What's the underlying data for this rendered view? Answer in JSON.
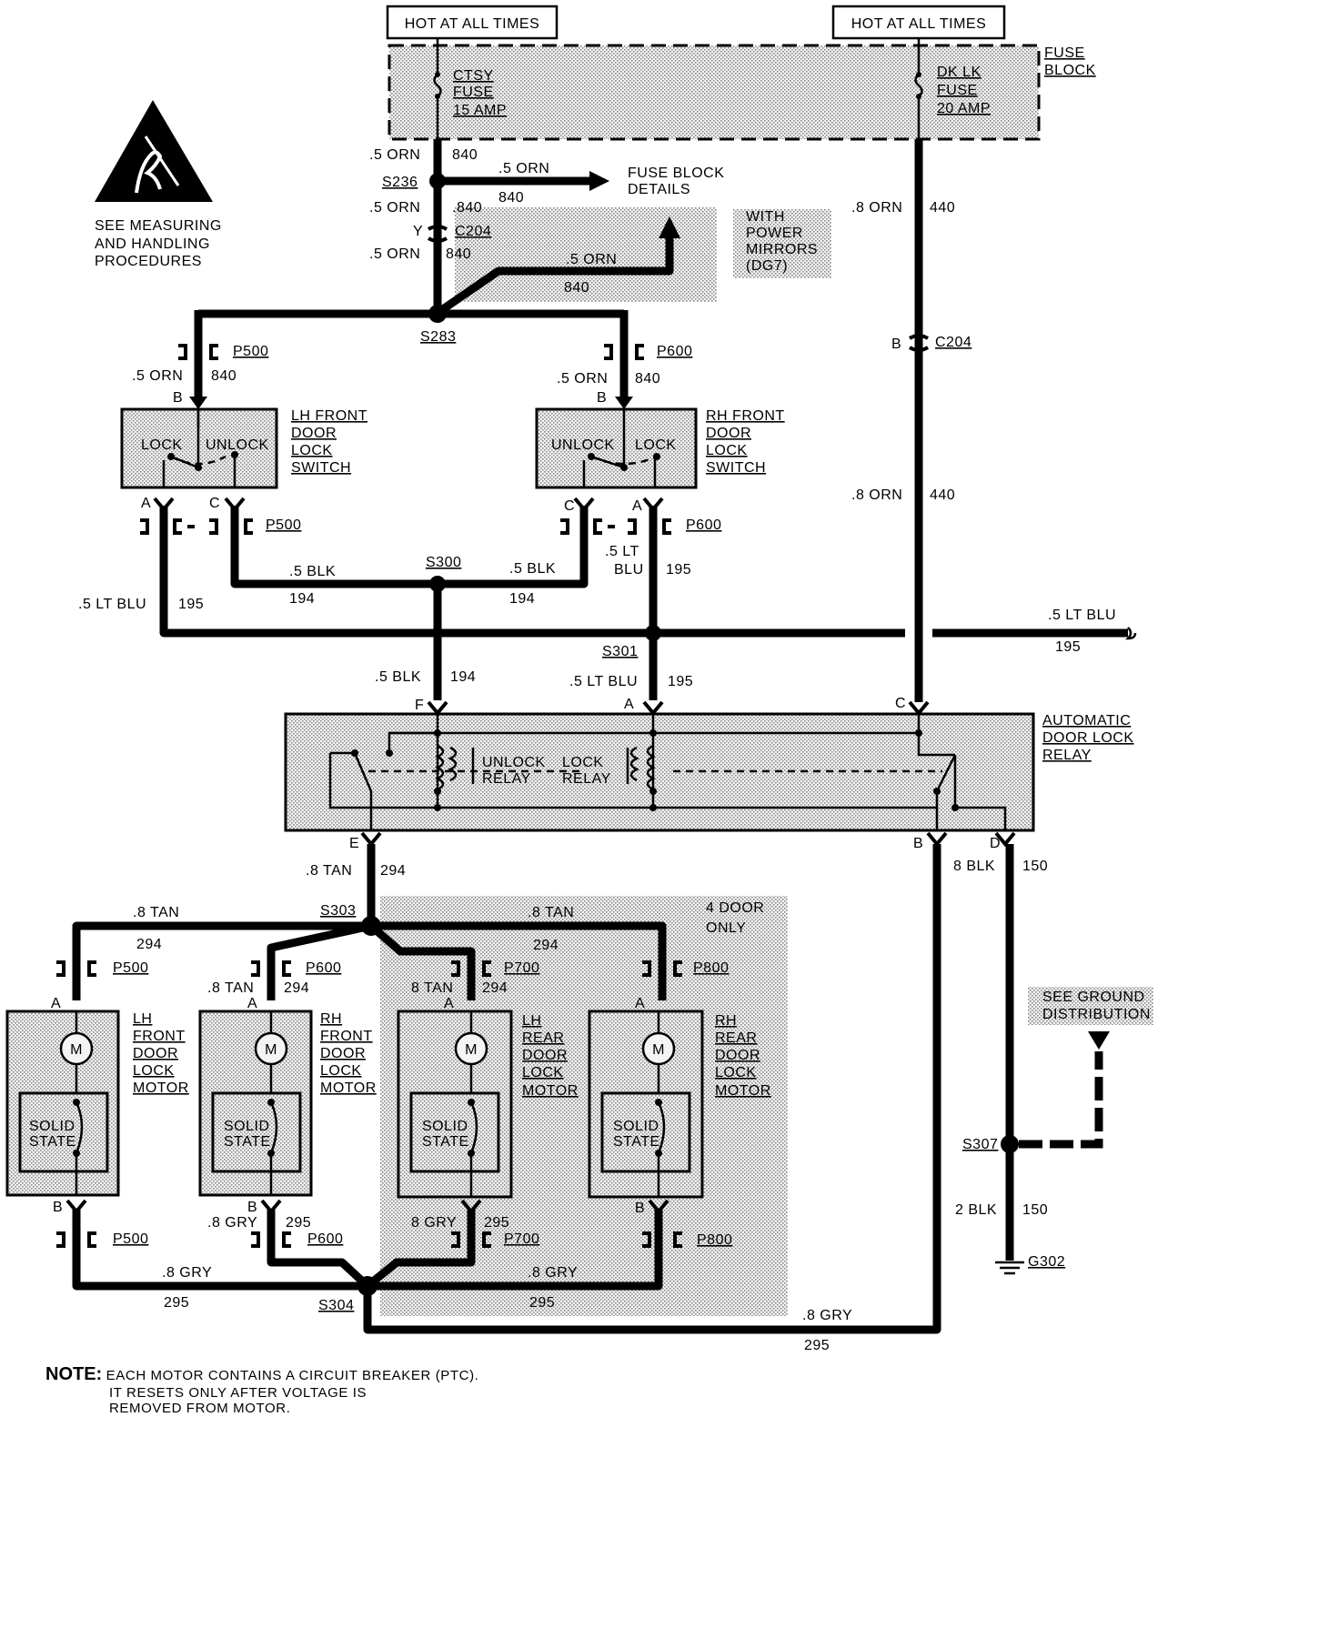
{
  "power_labels": [
    "HOT AT ALL TIMES",
    "HOT AT ALL TIMES"
  ],
  "fuse_block": {
    "title": "FUSE BLOCK",
    "title_lines": [
      "FUSE",
      "BLOCK"
    ],
    "fuses": [
      {
        "lines": [
          "CTSY",
          "FUSE",
          "15 AMP"
        ]
      },
      {
        "lines": [
          "DK LK",
          "FUSE",
          "20 AMP"
        ]
      }
    ]
  },
  "warning": {
    "icon": "esd-warning-icon",
    "lines": [
      "SEE MEASURING",
      "AND HANDLING",
      "PROCEDURES"
    ]
  },
  "fuse_block_details": [
    "FUSE BLOCK",
    "DETAILS"
  ],
  "power_mirrors": [
    "WITH",
    "POWER",
    "MIRRORS",
    "(DG7)"
  ],
  "four_door": [
    "4 DOOR",
    "ONLY"
  ],
  "ground_ref": [
    "SEE GROUND",
    "DISTRIBUTION"
  ],
  "switches": {
    "lh": {
      "title": [
        "LH FRONT",
        "DOOR",
        "LOCK",
        "SWITCH"
      ],
      "left": "LOCK",
      "right": "UNLOCK"
    },
    "rh": {
      "title": [
        "RH FRONT",
        "DOOR",
        "LOCK",
        "SWITCH"
      ],
      "left": "UNLOCK",
      "right": "LOCK"
    }
  },
  "relay": {
    "title": [
      "AUTOMATIC",
      "DOOR LOCK",
      "RELAY"
    ],
    "unlock": [
      "UNLOCK",
      "RELAY"
    ],
    "lock": [
      "LOCK",
      "RELAY"
    ]
  },
  "motors": [
    {
      "title": [
        "LH",
        "FRONT",
        "DOOR",
        "LOCK",
        "MOTOR"
      ]
    },
    {
      "title": [
        "RH",
        "FRONT",
        "DOOR",
        "LOCK",
        "MOTOR"
      ]
    },
    {
      "title": [
        "LH",
        "REAR",
        "DOOR",
        "LOCK",
        "MOTOR"
      ]
    },
    {
      "title": [
        "RH",
        "REAR",
        "DOOR",
        "LOCK",
        "MOTOR"
      ]
    }
  ],
  "motor_symbol": "M",
  "solid_state": [
    "SOLID",
    "STATE"
  ],
  "splices": [
    "S236",
    "S283",
    "S300",
    "S301",
    "S303",
    "S304",
    "S307"
  ],
  "connectors": [
    "C204",
    "P500",
    "P600",
    "P700",
    "P800"
  ],
  "ground": "G302",
  "pins": [
    "A",
    "B",
    "C",
    "D",
    "E",
    "F",
    "Y"
  ],
  "wires": {
    "orn05": ".5 ORN",
    "orn08": ".8 ORN",
    "blk05": ".5 BLK",
    "ltblu05": ".5 LT BLU",
    "lt05": ".5 LT",
    "blu": "BLU",
    "tan08": ".8 TAN",
    "tan_rear": "8 TAN",
    "gry08": ".8 GRY",
    "gry_rear": "8 GRY",
    "blk8": "8 BLK",
    "blk2": "2 BLK"
  },
  "circuits": {
    "c840": "840",
    "c840b": ".840",
    "c440": "440",
    "c194": "194",
    "c195": "195",
    "c294": "294",
    "c295": "295",
    "c150": "150"
  },
  "note": {
    "label": "NOTE:",
    "lines": [
      "EACH MOTOR CONTAINS A CIRCUIT BREAKER (PTC).",
      "IT RESETS ONLY AFTER VOLTAGE IS",
      "REMOVED FROM MOTOR."
    ]
  }
}
